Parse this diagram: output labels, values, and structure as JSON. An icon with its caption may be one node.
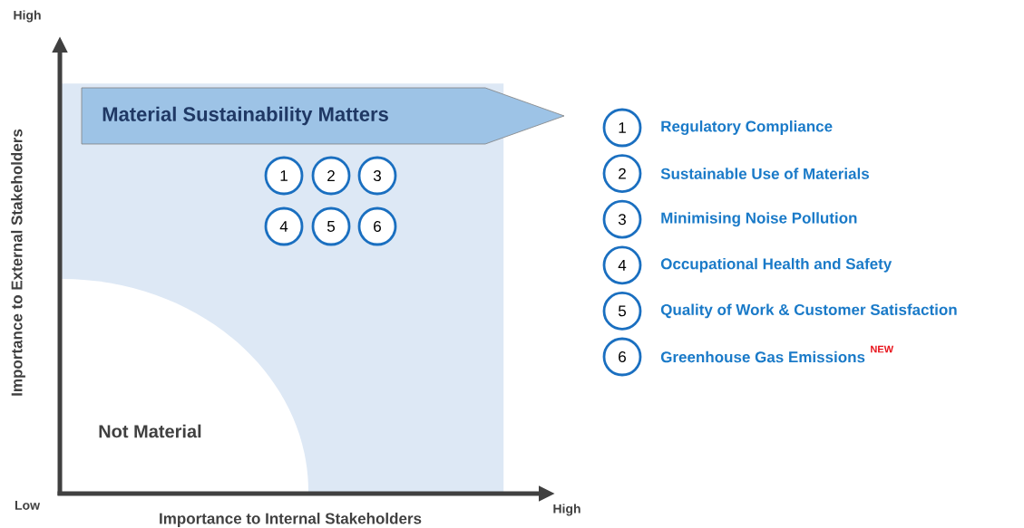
{
  "diagram": {
    "nodes": [
      {
        "text": [
          "Material Sustainability Matters"
        ]
      },
      {
        "text": [
          "1"
        ],
        "in": 14
      },
      {
        "text": [
          "2"
        ],
        "in": 14
      },
      {
        "text": [
          "3"
        ],
        "in": 14
      },
      {
        "text": [
          "4"
        ],
        "in": 14
      },
      {
        "text": [
          "5"
        ],
        "in": 14
      },
      {
        "text": [
          "6"
        ],
        "in": 14
      },
      {
        "text": [
          "1"
        ],
        "beside": [
          "Regulatory Compliance"
        ]
      },
      {
        "text": [
          "2"
        ],
        "beside": [
          "Sustainable Use of Materials"
        ]
      },
      {
        "text": [
          "3"
        ],
        "beside": [
          "Minimising Noise Pollution"
        ]
      },
      {
        "text": [
          "4"
        ],
        "beside": [
          "Occupational Health and Safety"
        ]
      },
      {
        "text": [
          "5"
        ],
        "beside": [
          "Quality of Work & Customer Satisfaction"
        ]
      },
      {
        "text": [
          "6"
        ],
        "beside": [
          "Greenhouse Gas Emissions",
          "NEW"
        ]
      },
      {
        "text": [
          "Not Material"
        ],
        "in": 14
      },
      {
        "text": [],
        "shape": "box"
      }
    ],
    "labels": [
      "High",
      "Importance to External Stakeholders",
      "Low",
      "Importance to Internal Stakeholders",
      "High"
    ]
  }
}
